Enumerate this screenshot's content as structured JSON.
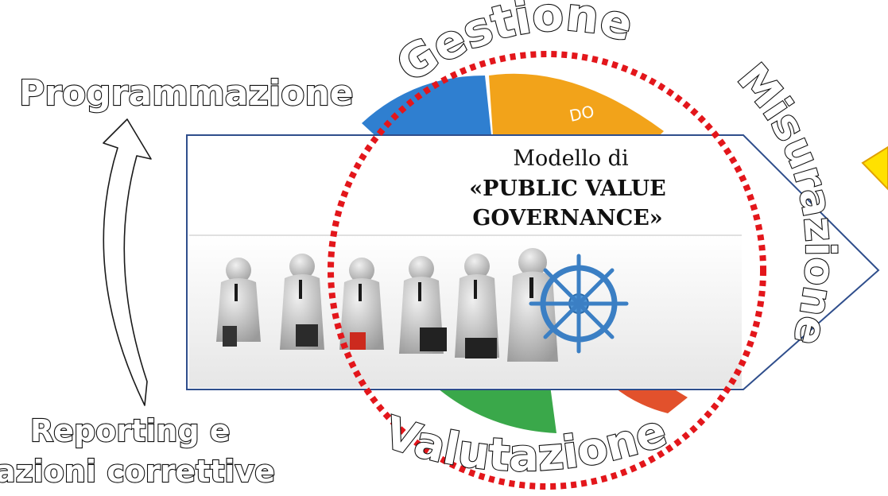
{
  "labels": {
    "gestione": "Gestione",
    "programmazione": "Programmazione",
    "misurazione": "Misurazione",
    "valutazione": "Valutazione",
    "reporting_line1": "Reporting e",
    "reporting_line2": "azioni correttive"
  },
  "center": {
    "title_line1": "Modello di",
    "title_line2": "«PUBLIC VALUE",
    "title_line3": "GOVERNANCE»",
    "cycle_step_label": "DO"
  },
  "colors": {
    "dashed_circle": "#e3161b",
    "panel_border": "#2f4e8c",
    "arc_orange": "#f2a31a",
    "arc_blue": "#2f7fd0",
    "arc_green": "#3aa84a",
    "arc_red": "#e2512c",
    "warning_yellow": "#ffe100"
  }
}
